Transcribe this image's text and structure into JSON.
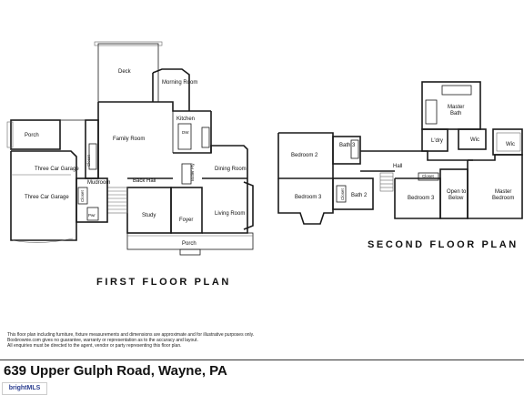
{
  "first_floor": {
    "title": "FIRST FLOOR PLAN",
    "rooms": {
      "deck": "Deck",
      "morning_room": "Morning Room",
      "kitchen": "Kitchen",
      "dw": "DW",
      "family_room": "Family Room",
      "porch_left": "Porch",
      "three_car_garage_upper": "Three Car Garage",
      "three_car_garage_lower": "Three Car Garage",
      "closet_a": "Closet",
      "mudroom": "Mudroom",
      "closet_b": "Closet",
      "pwr": "Pwr",
      "back_hall": "Back Hall",
      "butler_pantry": "Butler Pty",
      "dining_room": "Dining Room",
      "study": "Study",
      "foyer": "Foyer",
      "living_room": "Living Room",
      "porch_front": "Porch"
    }
  },
  "second_floor": {
    "title": "SECOND FLOOR PLAN",
    "rooms": {
      "bedroom_2": "Bedroom 2",
      "bath_3": "Bath 3",
      "bedroom_3_left": "Bedroom 3",
      "closet_a": "Closet",
      "bath_2": "Bath 2",
      "hall": "Hall",
      "closet_b": "Closet",
      "bedroom_3_right": "Bedroom 3",
      "open_to_below_1": "Open to",
      "open_to_below_2": "Below",
      "master_bath_1": "Master",
      "master_bath_2": "Bath",
      "ldry": "L'dry",
      "wic_left": "Wic",
      "wic_right": "Wic",
      "master_bedroom_1": "Master",
      "master_bedroom_2": "Bedroom"
    }
  },
  "disclaimer": [
    "This floor plan including furniture, fixture measurements and dimensions are approximate and for illustrative purposes only.",
    "Boxbrownie.com gives no guarantee, warranty or representation as to the accuracy and layout.",
    "All enquiries must be directed to the agent, vendor or party representing this floor plan."
  ],
  "address": "639 Upper Gulph Road, Wayne, PA",
  "watermark": "brightMLS"
}
